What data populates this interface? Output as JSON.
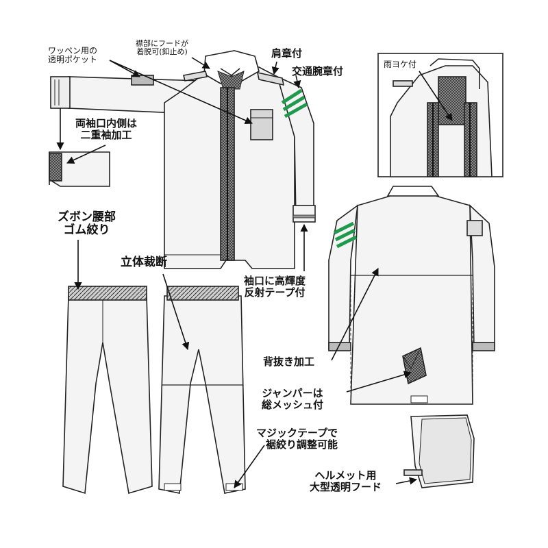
{
  "colors": {
    "outline": "#222222",
    "fill": "#f4f4f4",
    "mesh": "#777777",
    "reflective_green": "#1f9a4c",
    "pocket": "#d6d6d6"
  },
  "labels": {
    "wappen_pocket": [
      "ワッペン用の",
      "透明ポケット"
    ],
    "hood_collar": [
      "襟部にフードが",
      "着脱可(釦止め)"
    ],
    "epaulette": "肩章付",
    "armband": "交通腕章付",
    "rain_yoke": "雨ヨケ付",
    "double_cuff": [
      "両袖口内側は",
      "二重袖加工"
    ],
    "waist_rubber": [
      "ズボン腰部",
      "ゴム絞り"
    ],
    "solid_cut": "立体裁断",
    "reflective_tape": [
      "袖口に高輝度",
      "反射テープ付"
    ],
    "back_vent": "背抜き加工",
    "mesh_lining": [
      "ジャンパーは",
      "総メッシュ付"
    ],
    "velcro_hem": [
      "マジックテープで",
      "裾絞り調整可能"
    ],
    "helmet_hood": [
      "ヘルメット用",
      "大型透明フード"
    ]
  }
}
